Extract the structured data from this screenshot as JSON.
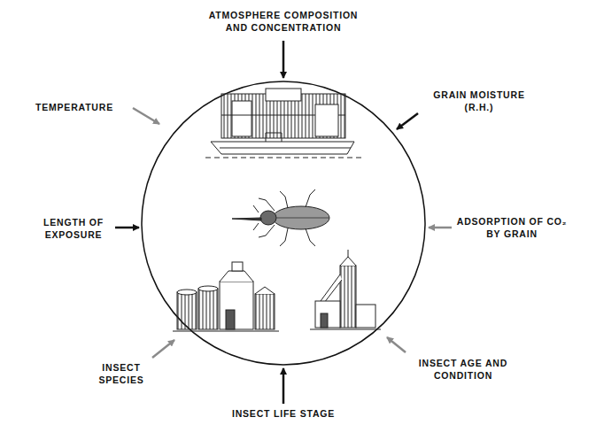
{
  "diagram": {
    "labels": [
      "ATMOSPHERE COMPOSITION AND CONCENTRATION",
      "TEMPERATURE",
      "GRAIN MOISTURE (R.H.)",
      "LENGTH OF EXPOSURE",
      "ADSORPTION OF CO₂ BY GRAIN",
      "INSECT SPECIES",
      "INSECT AGE AND CONDITION",
      "INSECT LIFE STAGE"
    ]
  }
}
